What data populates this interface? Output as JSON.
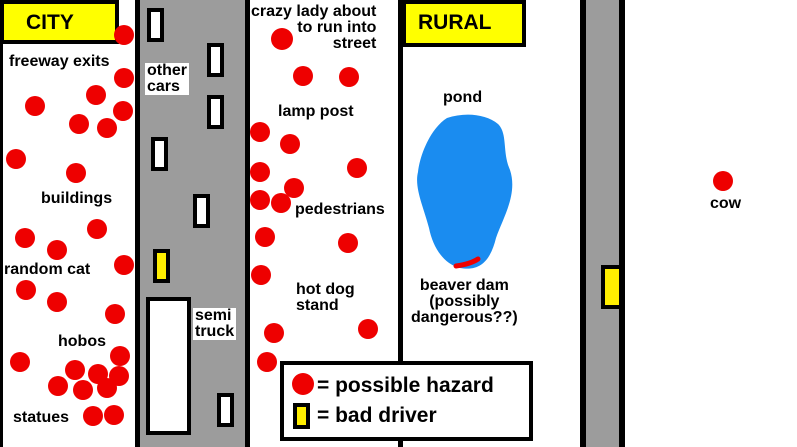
{
  "zones": {
    "city": "CITY",
    "rural": "RURAL"
  },
  "labels": {
    "freeway_exits": "freeway exits",
    "buildings": "buildings",
    "random_cat": "random cat",
    "hobos": "hobos",
    "statues": "statues",
    "other_cars": "other\ncars",
    "semi_truck": "semi\ntruck",
    "crazy_lady": "crazy lady about\nto run into\nstreet",
    "lamp_post": "lamp post",
    "pedestrians": "pedestrians",
    "hot_dog_stand": "hot dog\nstand",
    "pond": "pond",
    "beaver_dam": "beaver dam\n(possibly\ndangerous??)",
    "cow": "cow"
  },
  "legend": {
    "hazard": "= possible hazard",
    "bad_driver": "= bad driver"
  },
  "colors": {
    "hazard_dot": "#ee0000",
    "bad_driver": "#ffee00",
    "zone_label": "#ffff00",
    "road": "#9c9c9c",
    "pond": "#1a8cf0"
  },
  "icons": [
    "hazard-dot-icon",
    "car-icon",
    "bad-driver-car-icon",
    "semi-truck-icon",
    "pond-shape",
    "beaver-dam-mark"
  ]
}
